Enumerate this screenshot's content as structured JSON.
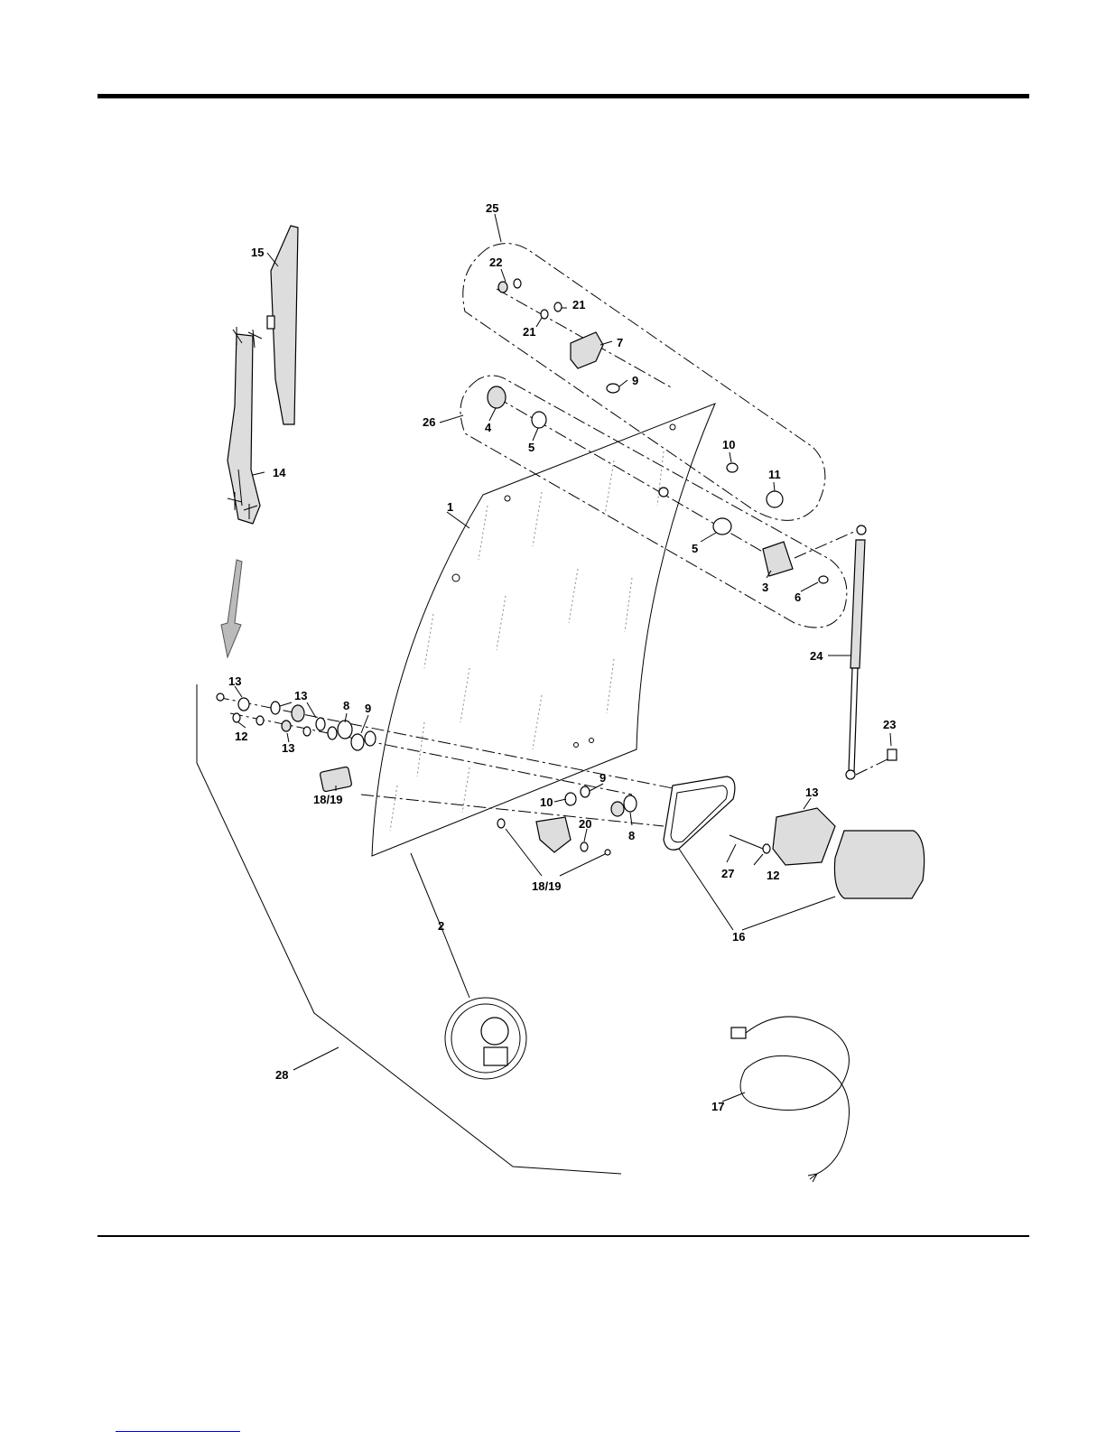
{
  "diagram": {
    "labels": [
      "1",
      "2",
      "3",
      "4",
      "5",
      "5",
      "6",
      "7",
      "8",
      "8",
      "9",
      "9",
      "9",
      "10",
      "10",
      "11",
      "12",
      "12",
      "13",
      "13",
      "13",
      "13",
      "14",
      "15",
      "16",
      "17",
      "18/19",
      "18/19",
      "20",
      "21",
      "21",
      "22",
      "23",
      "24",
      "25",
      "26",
      "27",
      "28"
    ]
  }
}
